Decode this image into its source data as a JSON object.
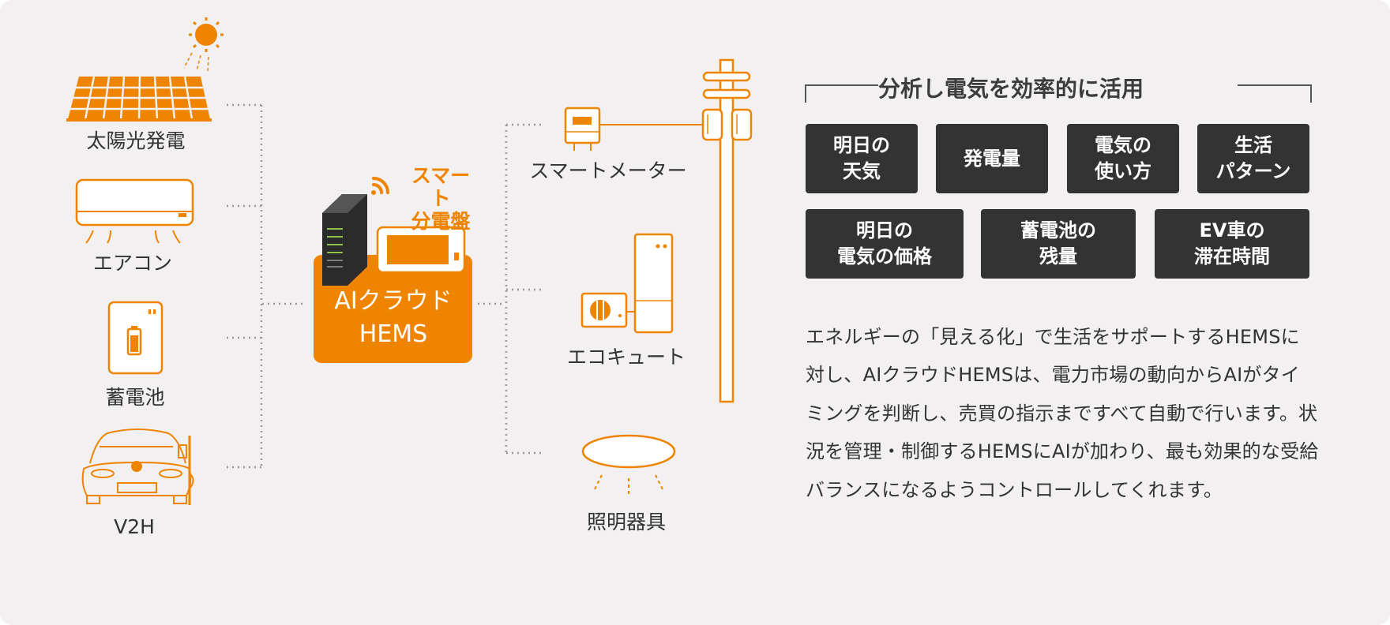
{
  "devices": {
    "solar": "太陽光発電",
    "aircon": "エアコン",
    "battery": "蓄電池",
    "v2h": "V2H"
  },
  "center": {
    "smart_panel": "スマート\n分電盤",
    "hems": "AIクラウド\nHEMS"
  },
  "grid": {
    "smart_meter": "スマートメーター",
    "ecocute": "エコキュート",
    "lighting": "照明器具"
  },
  "panel": {
    "title": "分析し電気を効率的に活用",
    "boxes": [
      "明日の\n天気",
      "発電量",
      "電気の\n使い方",
      "生活\nパターン",
      "明日の\n電気の価格",
      "蓄電池の\n残量",
      "EV車の\n滞在時間"
    ],
    "description": "エネルギーの「見える化」で生活をサポートするHEMSに対し、AIクラウドHEMSは、電力市場の動向からAIがタイミングを判断し、売買の指示まですべて自動で行います。状況を管理・制御するHEMSにAIが加わり、最も効果的な受給バランスになるようコントロールしてくれます。"
  },
  "colors": {
    "accent": "#ee8400",
    "box_bg": "#333333",
    "background": "#f2f0f0"
  },
  "icons": [
    "sun-icon",
    "solar-panel-icon",
    "air-conditioner-icon",
    "battery-icon",
    "ev-car-icon",
    "server-icon",
    "wifi-icon",
    "tablet-icon",
    "smart-meter-icon",
    "utility-pole-icon",
    "heat-pump-icon",
    "ceiling-light-icon"
  ]
}
